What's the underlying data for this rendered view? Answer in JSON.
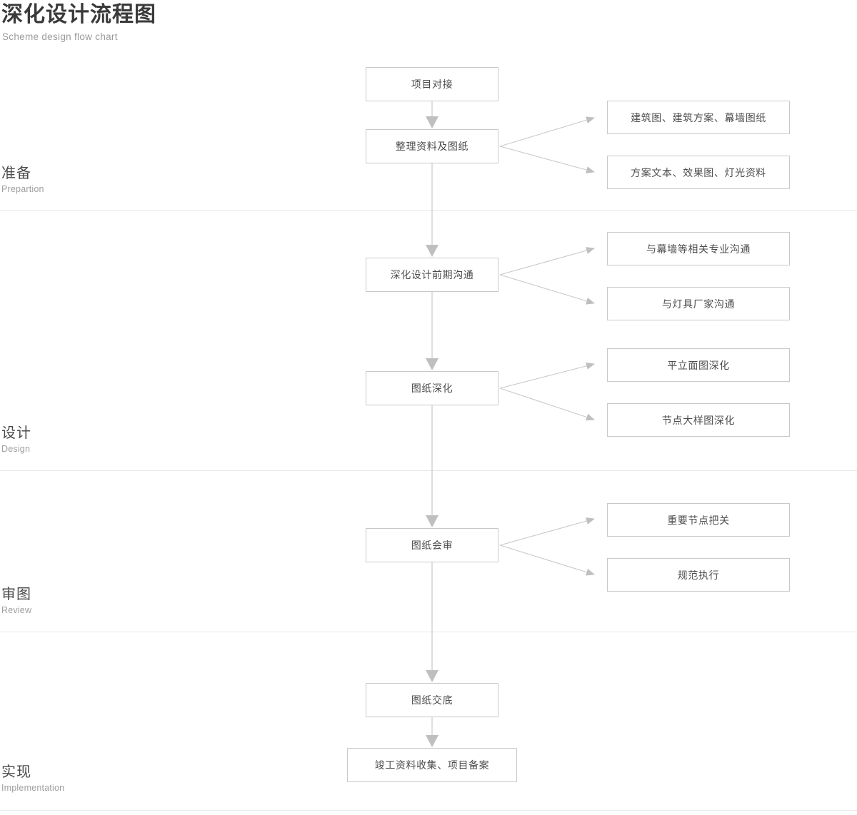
{
  "header": {
    "title_cn": "深化设计流程图",
    "title_en": "Scheme design flow chart"
  },
  "stages": [
    {
      "cn": "准备",
      "en": "Prepartion"
    },
    {
      "cn": "设计",
      "en": "Design"
    },
    {
      "cn": "审图",
      "en": "Review"
    },
    {
      "cn": "实现",
      "en": "Implementation"
    }
  ],
  "nodes": {
    "project_docking": "项目对接",
    "organize_materials": "整理资料及图纸",
    "early_communication": "深化设计前期沟通",
    "drawing_deepening": "图纸深化",
    "drawing_review": "图纸会审",
    "drawing_handover": "图纸交底",
    "completion_filing": "竣工资料收集、项目备案"
  },
  "branches": {
    "arch_drawings": "建筑图、建筑方案、幕墙图纸",
    "scheme_text": "方案文本、效果图、灯光资料",
    "curtain_wall_comm": "与幕墙等相关专业沟通",
    "lamp_factory_comm": "与灯具厂家沟通",
    "plan_elevation": "平立面图深化",
    "node_detail": "节点大样图深化",
    "key_node_control": "重要节点把关",
    "standard_execution": "规范执行"
  },
  "colors": {
    "box_border": "#c9c9c9",
    "connector": "#c4c4c4",
    "divider": "#e8e8e8",
    "text_primary": "#4a4a4a",
    "text_secondary": "#9b9b9b",
    "background": "#ffffff"
  },
  "chart_data": {
    "type": "diagram",
    "title": "深化设计流程图",
    "subtitle": "Scheme design flow chart",
    "orientation": "vertical",
    "stages": [
      {
        "label_cn": "准备",
        "label_en": "Prepartion",
        "steps": [
          {
            "name": "项目对接",
            "branches": []
          },
          {
            "name": "整理资料及图纸",
            "branches": [
              "建筑图、建筑方案、幕墙图纸",
              "方案文本、效果图、灯光资料"
            ]
          }
        ]
      },
      {
        "label_cn": "设计",
        "label_en": "Design",
        "steps": [
          {
            "name": "深化设计前期沟通",
            "branches": [
              "与幕墙等相关专业沟通",
              "与灯具厂家沟通"
            ]
          },
          {
            "name": "图纸深化",
            "branches": [
              "平立面图深化",
              "节点大样图深化"
            ]
          }
        ]
      },
      {
        "label_cn": "审图",
        "label_en": "Review",
        "steps": [
          {
            "name": "图纸会审",
            "branches": [
              "重要节点把关",
              "规范执行"
            ]
          }
        ]
      },
      {
        "label_cn": "实现",
        "label_en": "Implementation",
        "steps": [
          {
            "name": "图纸交底",
            "branches": []
          },
          {
            "name": "竣工资料收集、项目备案",
            "branches": []
          }
        ]
      }
    ]
  }
}
